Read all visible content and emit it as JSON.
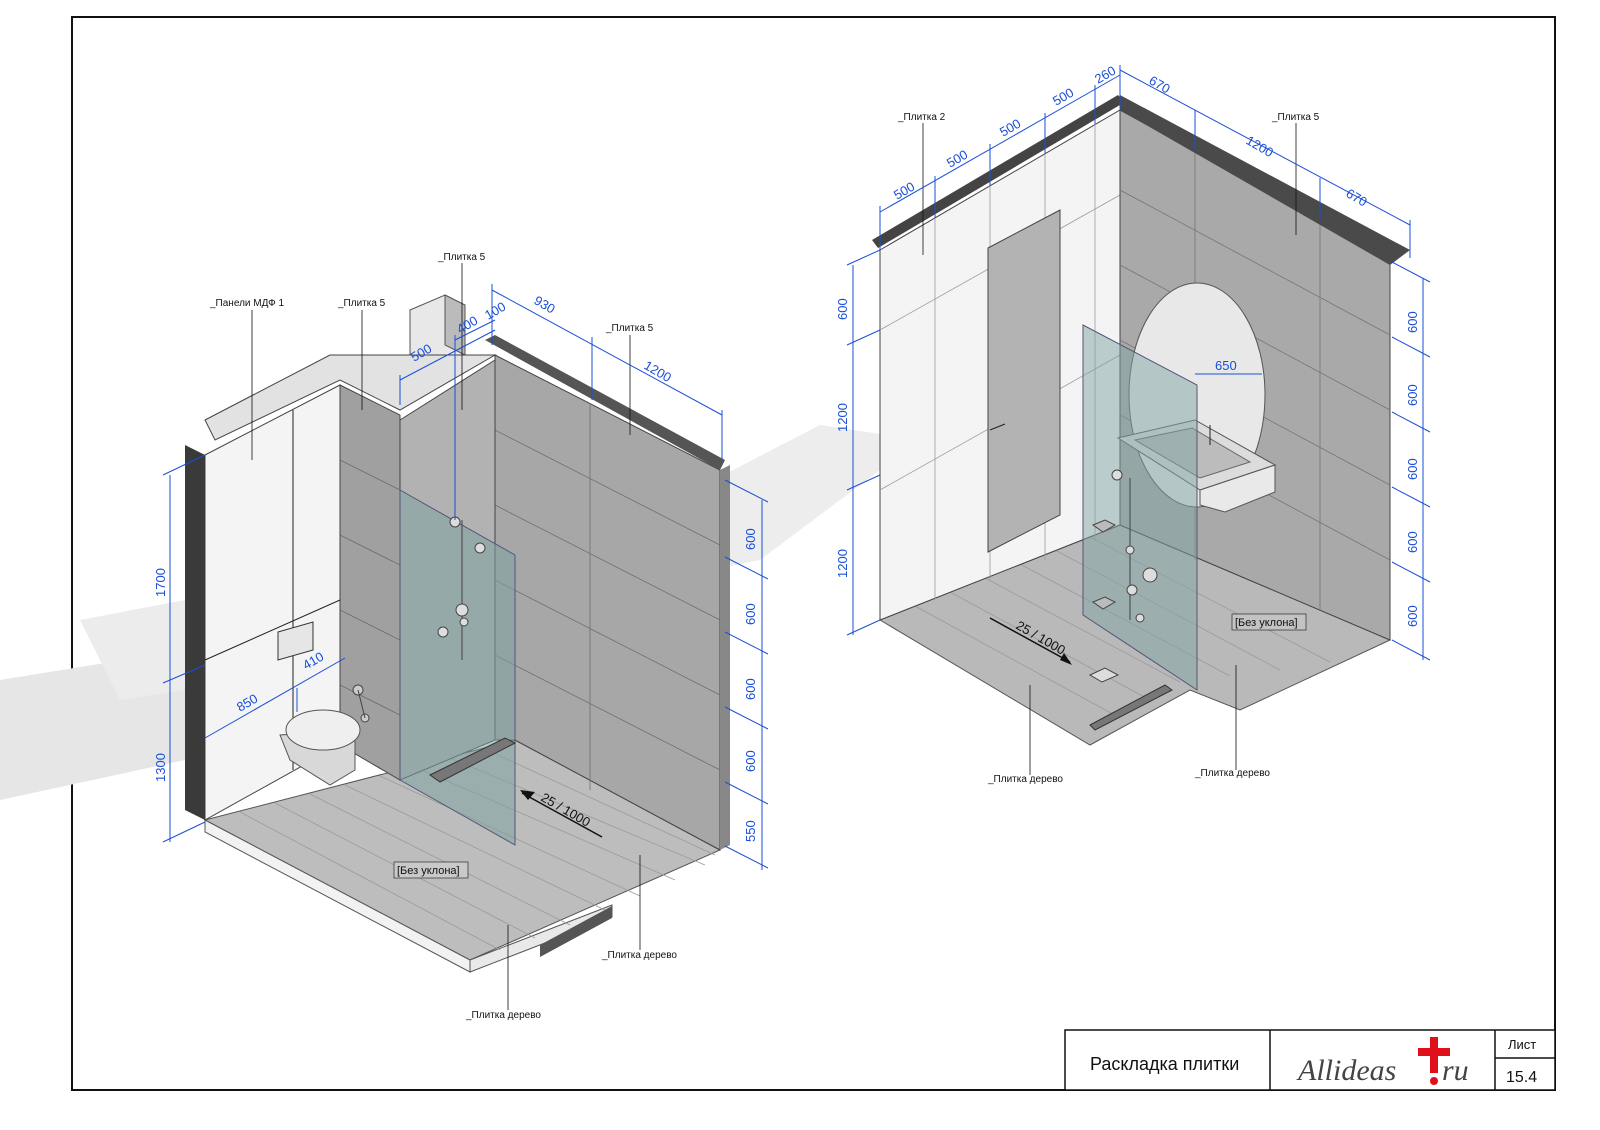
{
  "left_view": {
    "labels": {
      "mdf": "_Панели МДФ 1",
      "tile5_a": "_Плитка 5",
      "tile5_b": "_Плитка 5",
      "tile5_c": "_Плитка 5",
      "wood_a": "_Плитка дерево",
      "wood_b": "_Плитка дерево",
      "no_slope": "[Без уклона]",
      "slope": "25 / 1000"
    },
    "dims": {
      "d930": "930",
      "d1200": "1200",
      "d100": "100",
      "d400": "400",
      "d500": "500",
      "d1700": "1700",
      "d1300": "1300",
      "d850": "850",
      "d410": "410",
      "v600_1": "600",
      "v600_2": "600",
      "v600_3": "600",
      "v600_4": "600",
      "v550": "550"
    }
  },
  "right_view": {
    "labels": {
      "tile2": "_Плитка 2",
      "tile5": "_Плитка 5",
      "wood_a": "_Плитка дерево",
      "wood_b": "_Плитка дерево",
      "no_slope": "[Без уклона]",
      "slope": "25 / 1000"
    },
    "dims": {
      "t500_1": "500",
      "t500_2": "500",
      "t500_3": "500",
      "t500_4": "500",
      "t260": "260",
      "t670_1": "670",
      "t1200": "1200",
      "t670_2": "670",
      "l600": "600",
      "l1200_1": "1200",
      "l1200_2": "1200",
      "r600_1": "600",
      "r600_2": "600",
      "r600_3": "600",
      "r600_4": "600",
      "r600_5": "600",
      "mirror650": "650"
    }
  },
  "title_block": {
    "title": "Раскладка плитки",
    "logo_text_a": "Allideas",
    "logo_text_b": "ru",
    "sheet_label": "Лист",
    "sheet_number": "15.4"
  },
  "colors": {
    "dimension": "#1a4fd6",
    "logo_accent": "#e0101a"
  }
}
